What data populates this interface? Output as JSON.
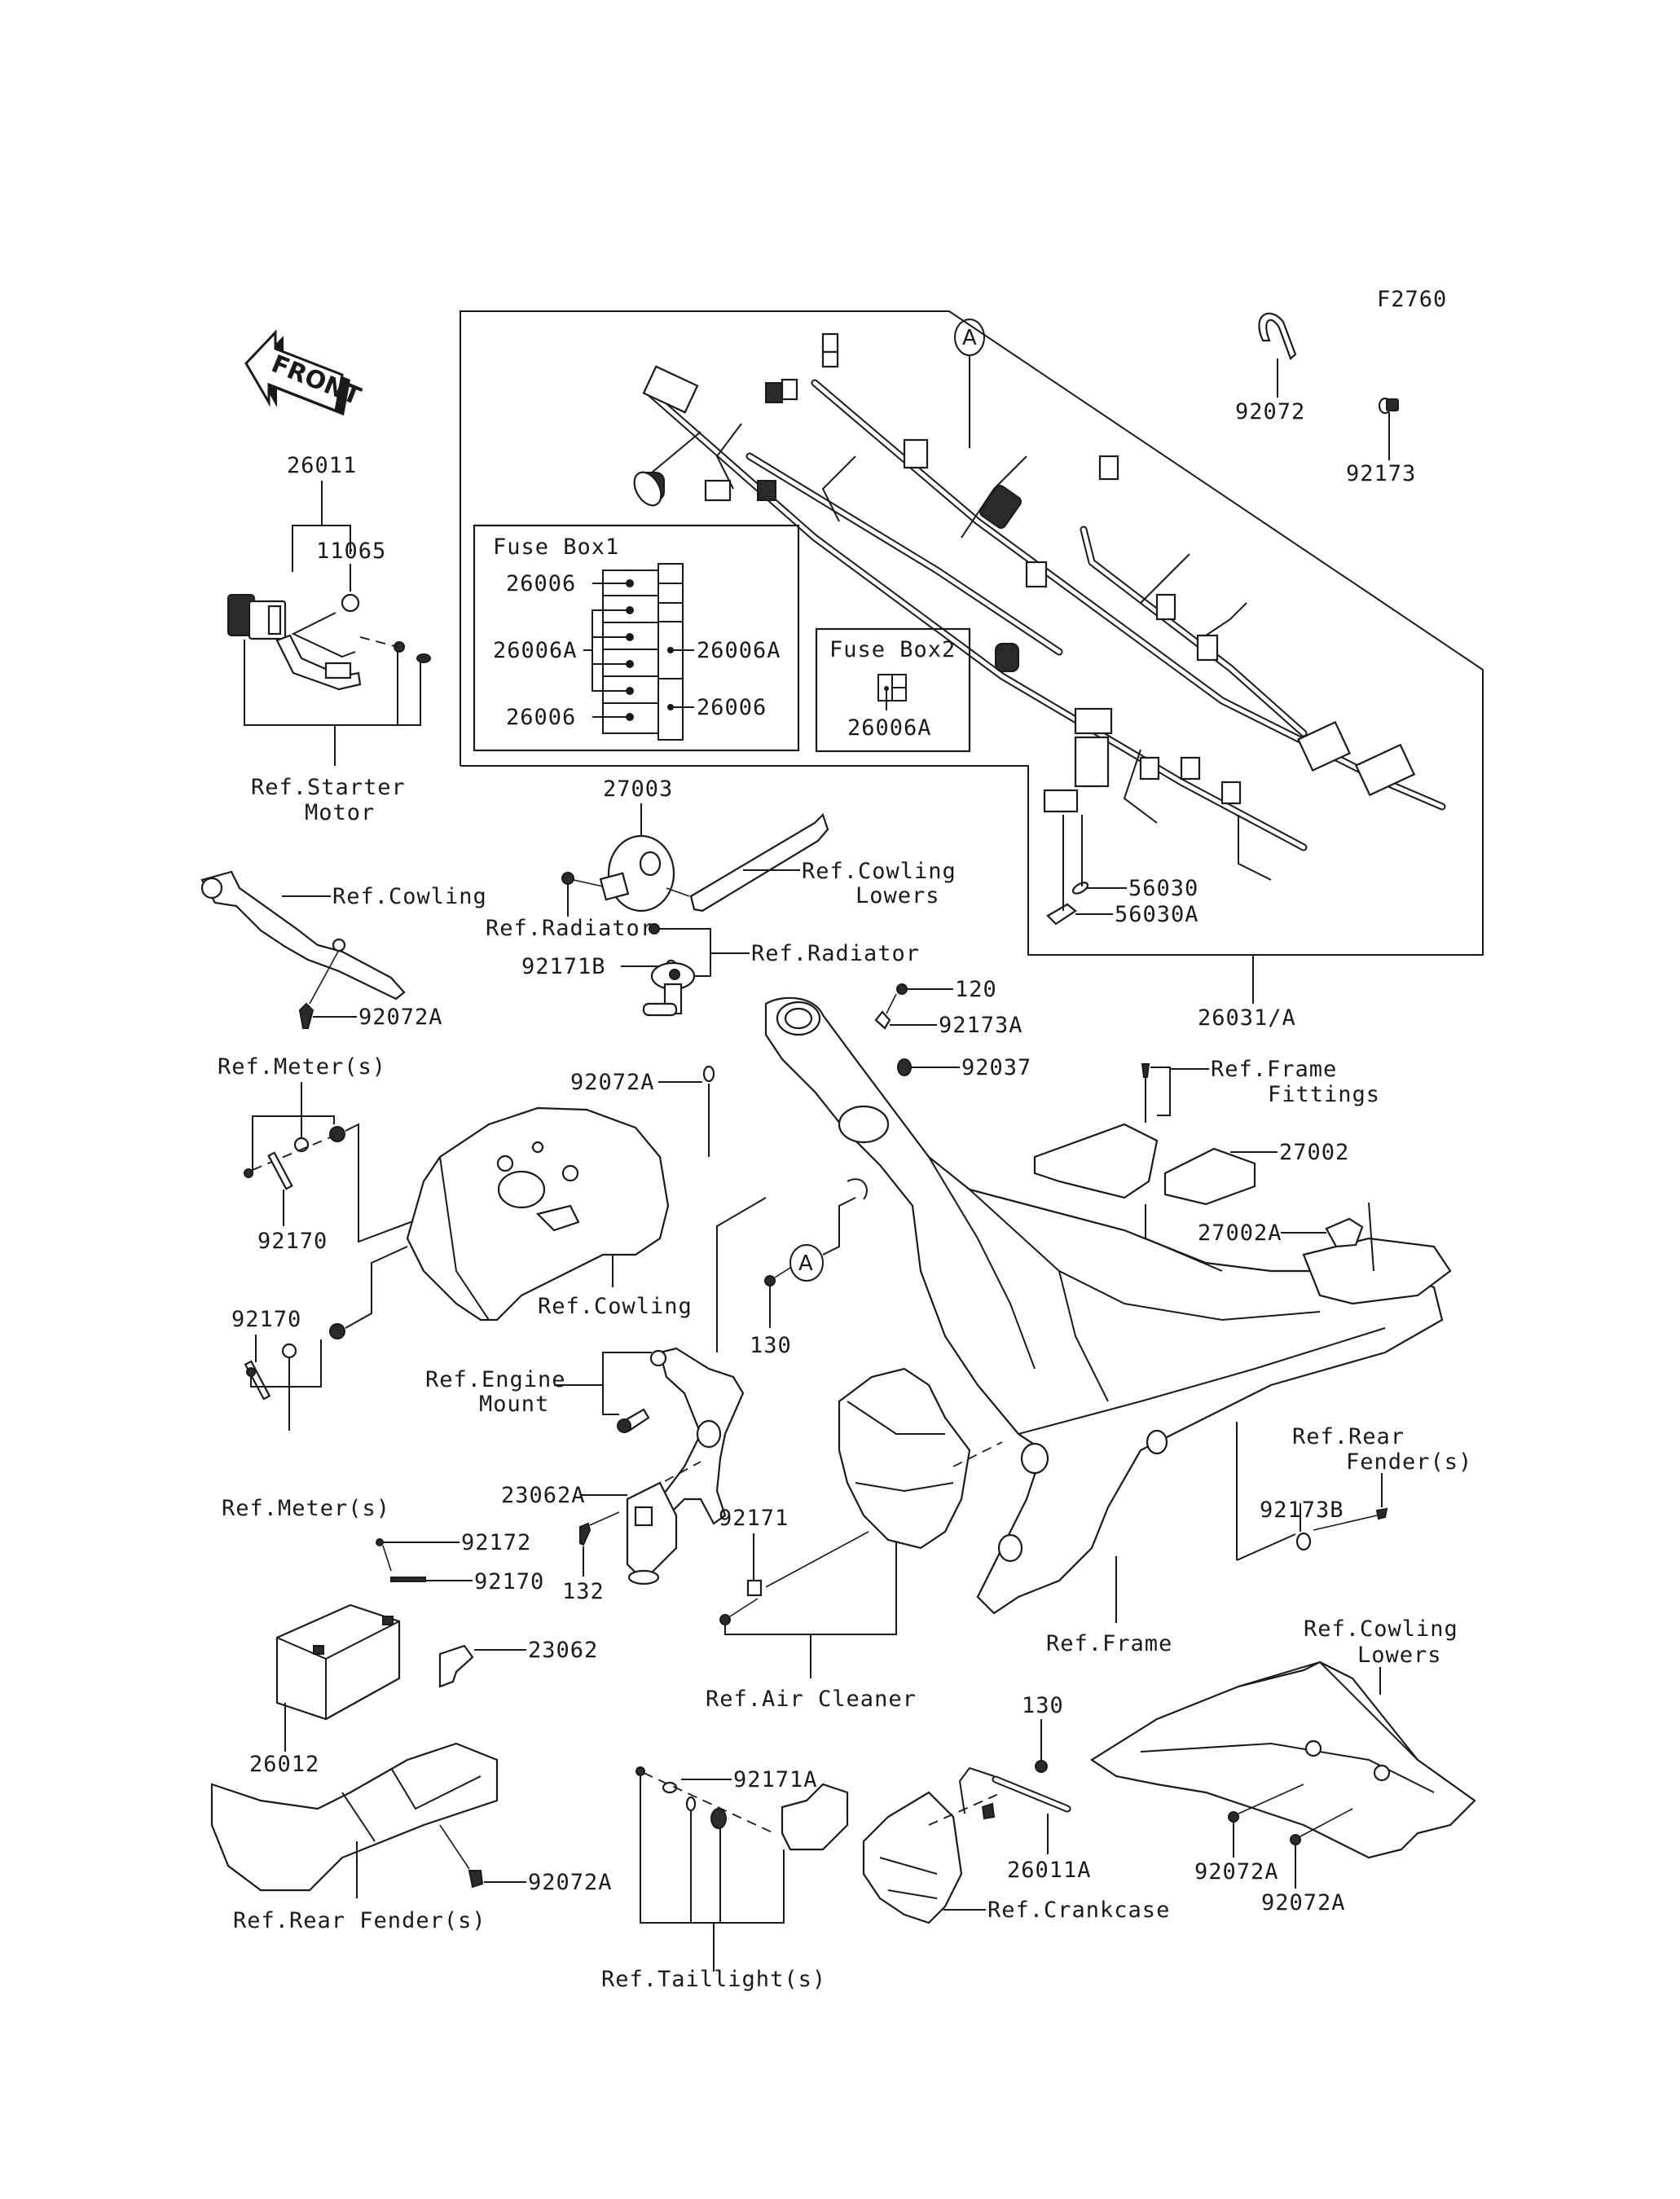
{
  "diagram": {
    "figure_id": "F2760",
    "front_indicator": "FRONT",
    "callout_marker": "A",
    "fuse_box_1": {
      "title": "Fuse Box1",
      "left_labels": [
        "26006",
        "26006A",
        "26006"
      ],
      "right_labels": [
        "26006A",
        "26006"
      ]
    },
    "fuse_box_2": {
      "title": "Fuse Box2",
      "label": "26006A"
    },
    "parts": {
      "p26011": "26011",
      "p11065": "11065",
      "p92072": "92072",
      "p92173": "92173",
      "p27003": "27003",
      "p92171B": "92171B",
      "p120": "120",
      "p92173A": "92173A",
      "p92037": "92037",
      "p92072A_top_left": "92072A",
      "p92072A_frame": "92072A",
      "p56030": "56030",
      "p56030A": "56030A",
      "p26031A": "26031/A",
      "p27002": "27002",
      "p27002A": "27002A",
      "p92170_a": "92170",
      "p92170_b": "92170",
      "p130_a": "130",
      "p23062A": "23062A",
      "p132": "132",
      "p92171": "92171",
      "p92172": "92172",
      "p92170_c": "92170",
      "p23062": "23062",
      "p26012": "26012",
      "p92072A_rear": "92072A",
      "p92171A": "92171A",
      "p130_b": "130",
      "p26011A": "26011A",
      "p92173B": "92173B",
      "p92072A_cowl_1": "92072A",
      "p92072A_cowl_2": "92072A"
    },
    "refs": {
      "starter_motor_1": "Ref.Starter",
      "starter_motor_2": "Motor",
      "cowling_left": "Ref.Cowling",
      "radiator_1": "Ref.Radiator",
      "radiator_2": "Ref.Radiator",
      "cowling_lowers_top_1": "Ref.Cowling",
      "cowling_lowers_top_2": "Lowers",
      "meters_top": "Ref.Meter(s)",
      "meters_bottom": "Ref.Meter(s)",
      "cowling_mid": "Ref.Cowling",
      "engine_mount_1": "Ref.Engine",
      "engine_mount_2": "Mount",
      "frame_fittings_1": "Ref.Frame",
      "frame_fittings_2": "Fittings",
      "rear_fenders_right_1": "Ref.Rear",
      "rear_fenders_right_2": "Fender(s)",
      "frame": "Ref.Frame",
      "air_cleaner": "Ref.Air Cleaner",
      "cowling_lowers_bottom_1": "Ref.Cowling",
      "cowling_lowers_bottom_2": "Lowers",
      "rear_fenders_left": "Ref.Rear Fender(s)",
      "taillights": "Ref.Taillight(s)",
      "crankcase": "Ref.Crankcase"
    }
  }
}
